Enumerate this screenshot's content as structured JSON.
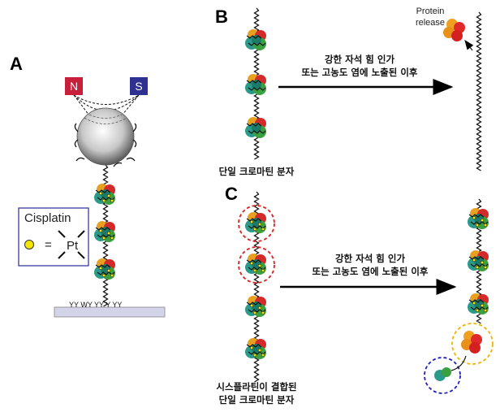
{
  "panels": {
    "a": {
      "label": "A",
      "magnet_n": "N",
      "magnet_s": "S",
      "legend": {
        "title": "Cisplatin",
        "equals": "=",
        "symbol": "Pt"
      }
    },
    "b": {
      "label": "B",
      "arrow_text_line1": "강한 자석 힘 인가",
      "arrow_text_line2": "또는 고농도 염에 노출된 이후",
      "caption": "단일 크로마틴 분자",
      "release_line1": "Protein",
      "release_line2": "release"
    },
    "c": {
      "label": "C",
      "arrow_text_line1": "강한 자석 힘 인가",
      "arrow_text_line2": "또는 고농도 염에 노출된 이후",
      "caption_line1": "시스플라틴이 결합된",
      "caption_line2": "단일 크로마틴 분자"
    }
  },
  "colors": {
    "magnet_n": "#c8203a",
    "magnet_s": "#2e3192",
    "legend_border": "#3a3aa0",
    "cisplatin": "#f5e600",
    "slide": "#d3d3ea",
    "red_dash": "#e02020",
    "orange_dash": "#f0b400",
    "blue_dash": "#2020c0"
  }
}
